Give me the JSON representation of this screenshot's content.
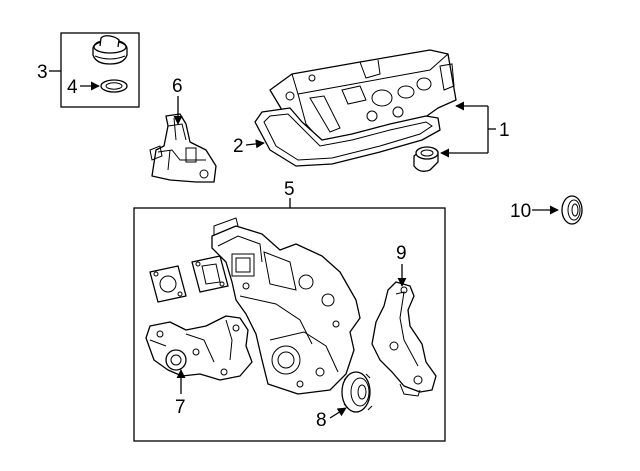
{
  "callouts": {
    "c1": "1",
    "c2": "2",
    "c3": "3",
    "c4": "4",
    "c5": "5",
    "c6": "6",
    "c7": "7",
    "c8": "8",
    "c9": "9",
    "c10": "10"
  },
  "icons": {
    "arrow": "arrowhead-icon"
  }
}
